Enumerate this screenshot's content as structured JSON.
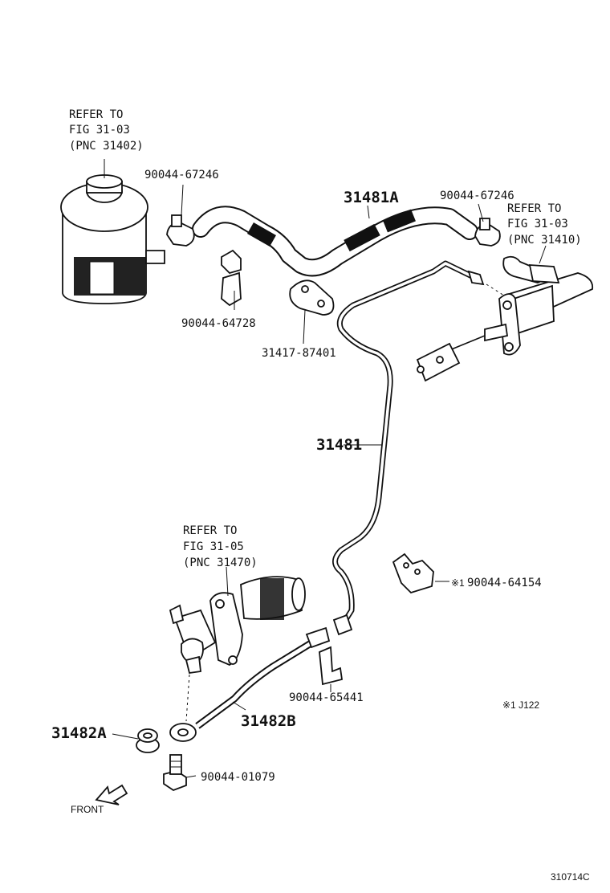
{
  "refs": {
    "reservoir": [
      "REFER TO",
      "FIG 31-03",
      "(PNC 31402)"
    ],
    "master": [
      "REFER TO",
      "FIG 31-03",
      "(PNC 31410)"
    ],
    "release": [
      "REFER TO",
      "FIG 31-05",
      "(PNC 31470)"
    ]
  },
  "parts": {
    "clamp_left": "90044-67246",
    "clamp_right": "90044-67246",
    "hose": "31481A",
    "clip_hose": "90044-64728",
    "bracket": "31417-87401",
    "tube": "31481",
    "clamp_tube": "90044-64154",
    "clamp_tube_mark": "※1",
    "clip_flex": "90044-65441",
    "flex_hose": "31482B",
    "gasket": "31482A",
    "union_bolt": "90044-01079"
  },
  "note": "※1 J122",
  "front_label": "FRONT",
  "figure_code": "310714C"
}
